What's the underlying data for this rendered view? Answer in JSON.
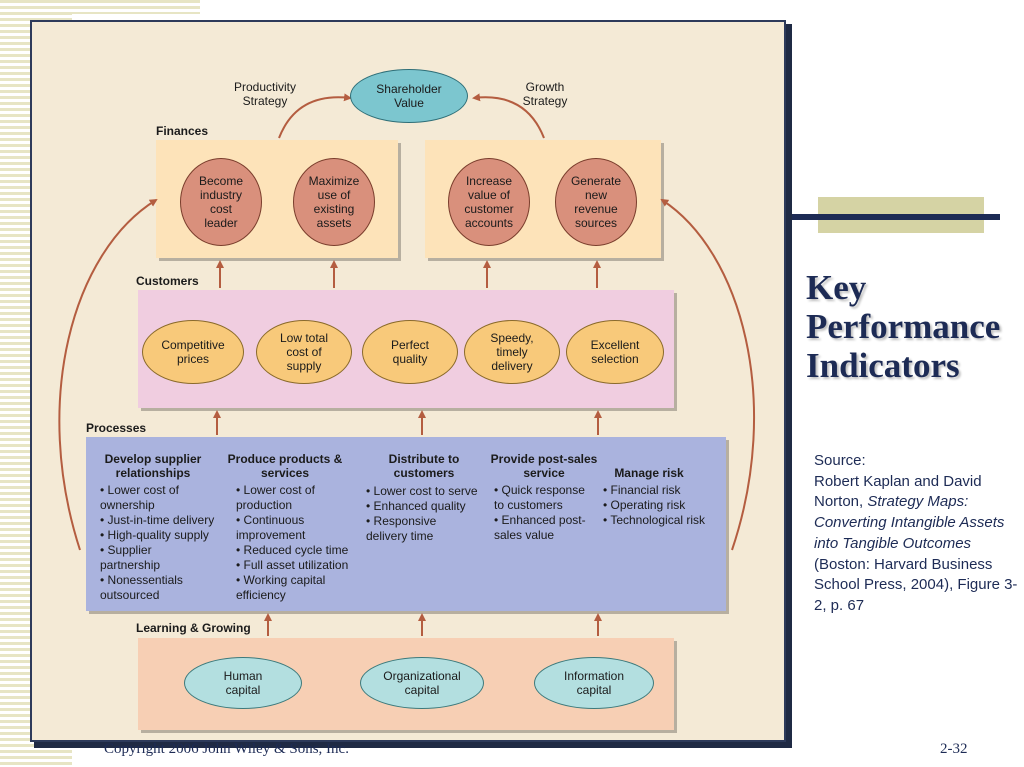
{
  "slide": {
    "title_lines": [
      "Key",
      "Performance",
      "Indicators"
    ],
    "source": {
      "label": "Source:",
      "pre_authors": "Robert Kaplan and David Norton, ",
      "book_title": "Strategy Maps: Converting Intangible Assets into Tangible Outcomes",
      "post": " (Boston: Harvard Business School Press, 2004), Figure 3-2, p. 67"
    },
    "copyright": "Copyright 2006 John Wiley & Sons, Inc.",
    "page_number": "2-32"
  },
  "diagram": {
    "shareholder_value": "Shareholder\nValue",
    "productivity_strategy": "Productivity\nStrategy",
    "growth_strategy": "Growth\nStrategy",
    "sections": {
      "finances": "Finances",
      "customers": "Customers",
      "processes": "Processes",
      "learning": "Learning & Growing"
    },
    "finance_items": [
      "Become\nindustry\ncost\nleader",
      "Maximize\nuse of\nexisting\nassets",
      "Increase\nvalue of\ncustomer\naccounts",
      "Generate\nnew\nrevenue\nsources"
    ],
    "customer_items": [
      "Competitive\nprices",
      "Low total\ncost of\nsupply",
      "Perfect\nquality",
      "Speedy,\ntimely\ndelivery",
      "Excellent\nselection"
    ],
    "process_columns": [
      {
        "title": "Develop supplier\nrelationships",
        "bullets": "• Lower cost of\n   ownership\n• Just-in-time delivery\n• High-quality supply\n• Supplier\n   partnership\n• Nonessentials\n   outsourced"
      },
      {
        "title": "Produce products &\nservices",
        "bullets": "• Lower cost of\n   production\n• Continuous\n   improvement\n• Reduced cycle time\n• Full asset utilization\n• Working capital\n   efficiency"
      },
      {
        "title": "Distribute to\ncustomers",
        "bullets": "• Lower cost to serve\n• Enhanced quality\n• Responsive\n   delivery time"
      },
      {
        "title": "Provide post-sales\nservice",
        "bullets": "• Quick response\n   to customers\n• Enhanced post-\n   sales value"
      },
      {
        "title": "Manage risk",
        "bullets": "• Financial risk\n• Operating risk\n• Technological risk"
      }
    ],
    "learning_items": [
      "Human\ncapital",
      "Organizational\ncapital",
      "Information\ncapital"
    ]
  },
  "colors": {
    "finance_box": "#fde3b9",
    "finance_oval": "#d9907c",
    "customer_box": "#f0cde0",
    "customer_oval": "#f8c97a",
    "process_box": "#aab3de",
    "learning_box": "#f7cfb4",
    "learning_oval": "#b3dfe0",
    "shareholder_oval": "#7cc6cf",
    "arrow": "#b45d40",
    "title": "#1d2b55"
  }
}
